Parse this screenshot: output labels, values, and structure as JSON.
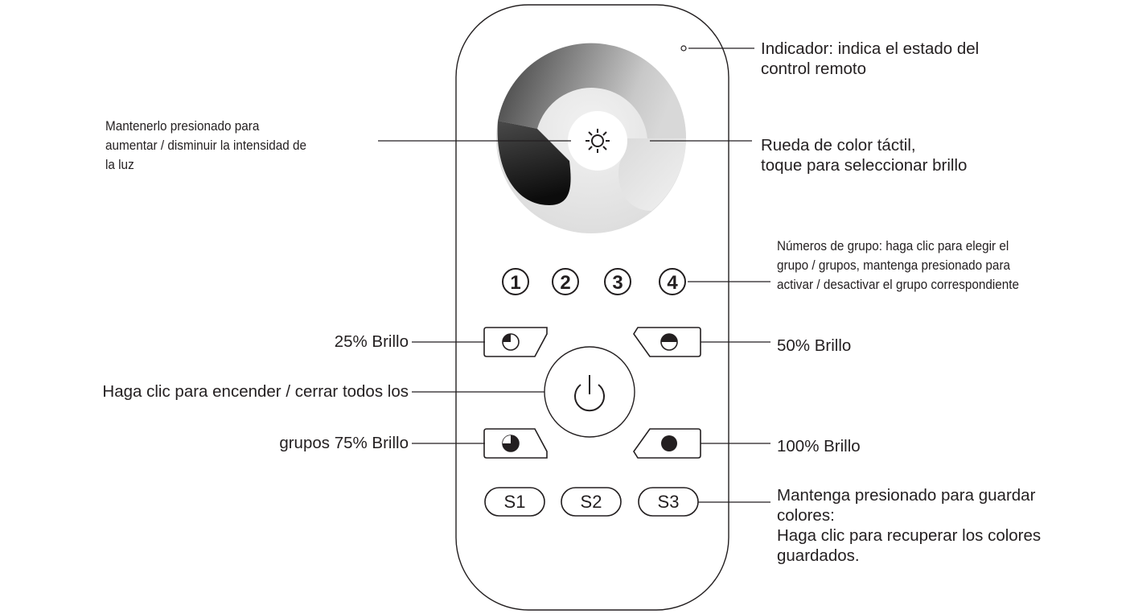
{
  "remote": {
    "group_numbers": [
      "1",
      "2",
      "3",
      "4"
    ],
    "scene_buttons": [
      "S1",
      "S2",
      "S3"
    ],
    "colors": {
      "outline": "#231f20",
      "wheel_dark": "#111111",
      "wheel_light": "#e8e8e8",
      "background": "#ffffff"
    }
  },
  "labels": {
    "indicator": [
      "Indicador: indica el estado del",
      "control remoto"
    ],
    "dimming": [
      "Mantenerlo presionado para",
      "aumentar / disminuir la intensidad de",
      "la luz"
    ],
    "color_wheel": [
      "Rueda de color táctil,",
      "toque para seleccionar brillo"
    ],
    "group_numbers": [
      "Números de grupo: haga clic para elegir el",
      "grupo / grupos, mantenga presionado para",
      "activar / desactivar el grupo correspondiente"
    ],
    "brightness_25": "25% Brillo",
    "brightness_50": "50% Brillo",
    "power": "Haga clic para encender / cerrar todos los",
    "brightness_75": "grupos 75% Brillo",
    "brightness_100": "100% Brillo",
    "scenes": [
      "Mantenga presionado para guardar",
      "colores:",
      "Haga clic para recuperar los colores",
      "guardados."
    ]
  }
}
